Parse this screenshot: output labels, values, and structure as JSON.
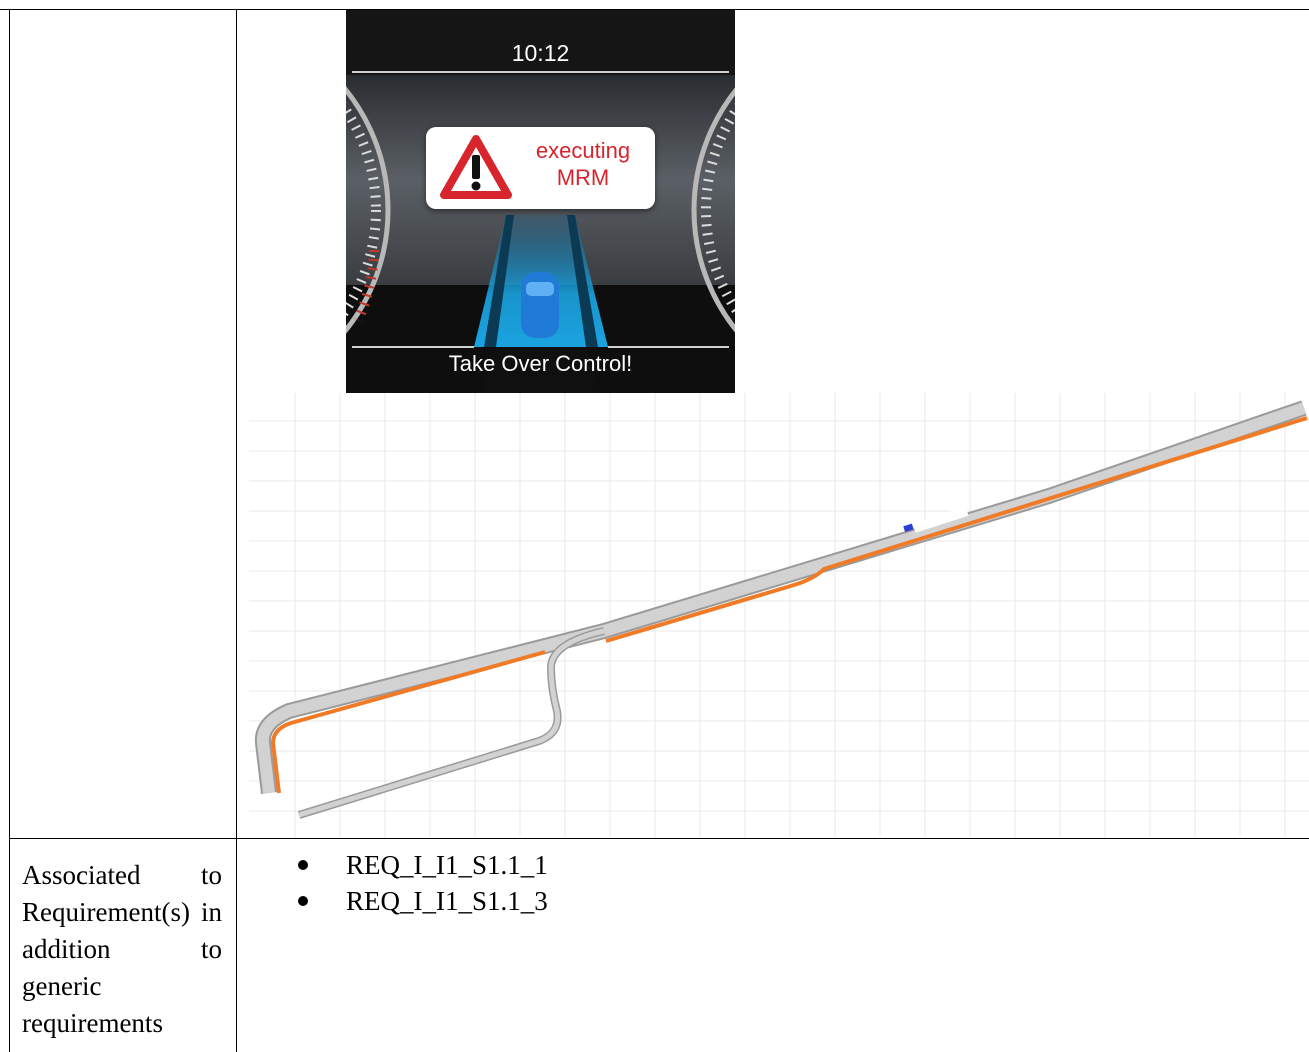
{
  "hmi": {
    "time": "10:12",
    "warning_text": "executing\nMRM",
    "bottom_message": "Take Over Control!",
    "colors": {
      "warning_red": "#d8242c",
      "lane_blue": "#1aa3e0"
    },
    "icons": [
      "warning-triangle-icon",
      "car-icon"
    ]
  },
  "road_map": {
    "colors": {
      "road": "#c8c8c8",
      "path": "#f07a26",
      "grid": "#e9e9e9"
    }
  },
  "row2": {
    "label": "Associated to Requirement(s) in addition to generic requirements",
    "requirements": [
      "REQ_I_I1_S1.1_1",
      "REQ_I_I1_S1.1_3"
    ]
  }
}
